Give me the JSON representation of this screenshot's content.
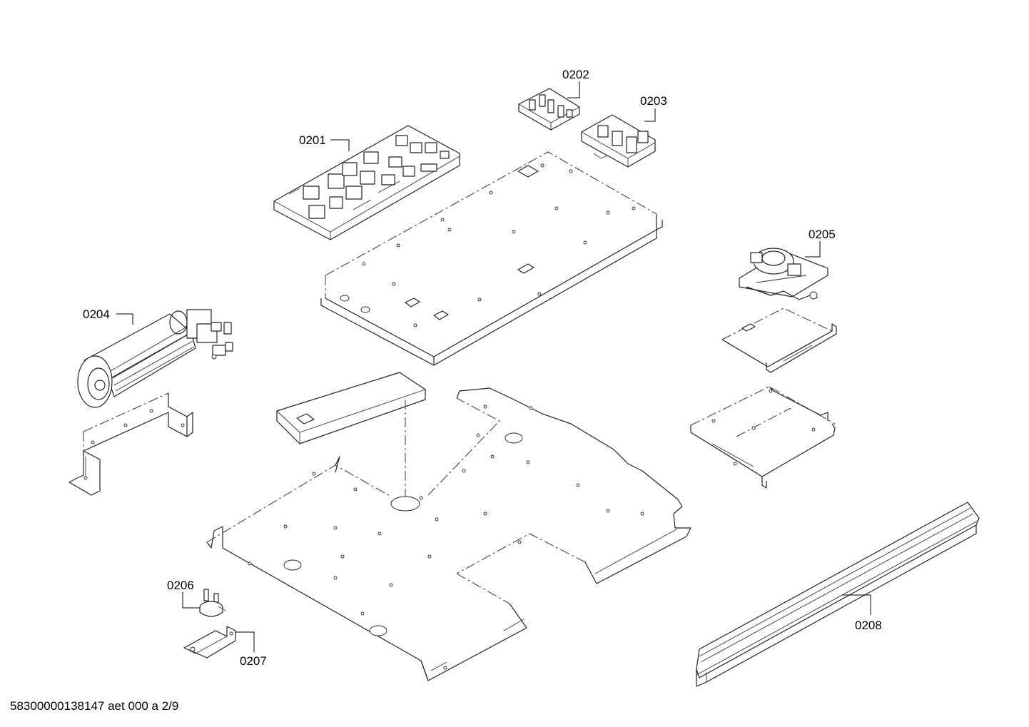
{
  "labels": {
    "p0201": "0201",
    "p0202": "0202",
    "p0203": "0203",
    "p0204": "0204",
    "p0205": "0205",
    "p0206": "0206",
    "p0207": "0207",
    "p0208": "0208"
  },
  "footer": "58300000138147 aet 000 a 2/9"
}
